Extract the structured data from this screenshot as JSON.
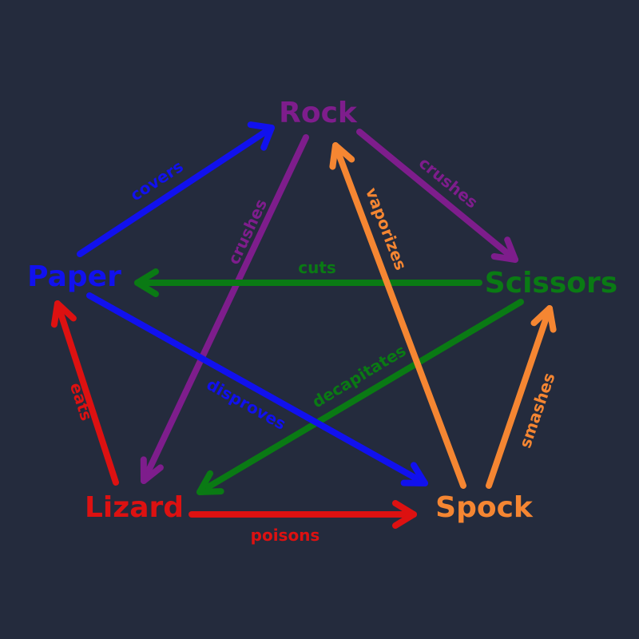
{
  "colors": {
    "background": "#242b3d",
    "rock": "#7e1d8c",
    "paper": "#1111ee",
    "scissors": "#0a7a14",
    "lizard": "#dd1111",
    "spock": "#f58632"
  },
  "nodes": {
    "rock": "Rock",
    "paper": "Paper",
    "scissors": "Scissors",
    "lizard": "Lizard",
    "spock": "Spock"
  },
  "relations": {
    "paper_covers_rock": "covers",
    "rock_crushes_scissors": "crushes",
    "rock_crushes_lizard": "crushes",
    "scissors_cuts_paper": "cuts",
    "scissors_decapitates_lizard": "decapitates",
    "paper_disproves_spock": "disproves",
    "spock_vaporizes_rock": "vaporizes",
    "spock_smashes_scissors": "smashes",
    "lizard_poisons_spock": "poisons",
    "lizard_eats_paper": "eats"
  }
}
